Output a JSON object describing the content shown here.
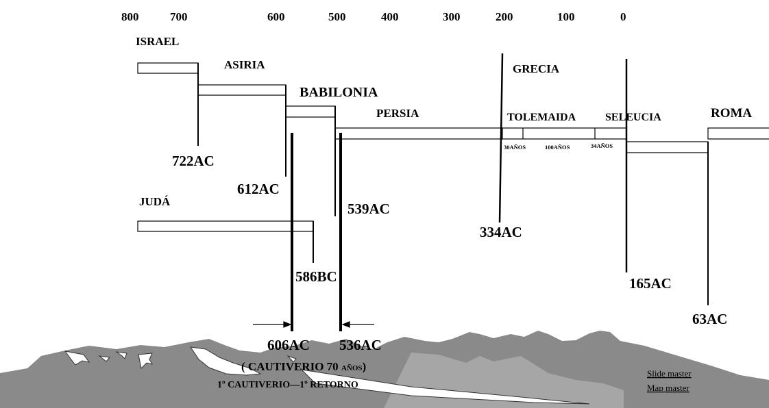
{
  "timeline": {
    "scale": [
      "800",
      "700",
      "600",
      "500",
      "400",
      "300",
      "200",
      "100",
      "0"
    ]
  },
  "empires": {
    "israel": "ISRAEL",
    "asiria": "ASIRIA",
    "babilonia": "BABILONIA",
    "persia": "PERSIA",
    "grecia": "GRECIA",
    "tolemaida": "TOLEMAIDA",
    "seleucia": "SELEUCIA",
    "roma": "ROMA",
    "juda": "JUDÁ"
  },
  "durations": {
    "d1": "30AÑOS",
    "d2": "100AÑOS",
    "d3": "34AÑOS"
  },
  "dates": {
    "d722": "722AC",
    "d612": "612AC",
    "d539": "539AC",
    "d334": "334AC",
    "d586": "586BC",
    "d165": "165AC",
    "d63": "63AC",
    "d606": "606AC",
    "d536": "536AC"
  },
  "captivity": {
    "line1_main": "( CAUTIVERIO 70 ",
    "line1_small": "AÑOS",
    "line1_close": ")",
    "line2": "1º CAUTIVERIO—1º RETORNO"
  },
  "links": {
    "slide_master": "Slide master",
    "map_master": "Map master"
  }
}
